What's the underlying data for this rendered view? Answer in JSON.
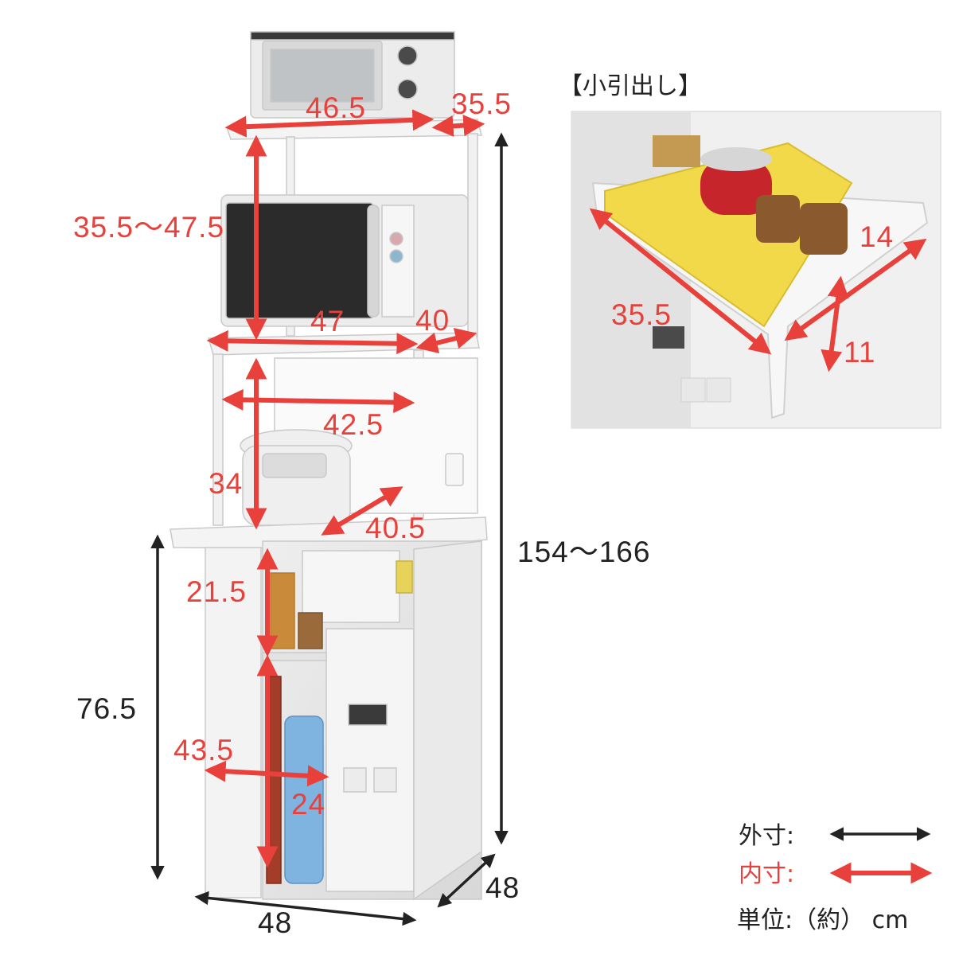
{
  "colors": {
    "inner": "#e8413c",
    "outer": "#222222",
    "furniture": "#f2f2f2",
    "outline": "#cfcfcf"
  },
  "drawer_inset": {
    "title": "【小引出し】",
    "labels": {
      "width": "35.5",
      "depth": "14",
      "height": "11"
    }
  },
  "dimensions": {
    "top_shelf_width": "46.5",
    "top_shelf_depth": "35.5",
    "top_clearance": "35.5～47.5",
    "micro_shelf_width": "47",
    "micro_shelf_depth": "40",
    "slide_inner_width": "42.5",
    "slide_clearance": "34",
    "slide_depth": "40.5",
    "total_height": "154～166",
    "drawer_clearance": "21.5",
    "base_height": "76.5",
    "cabinet_inner_width": "43.5",
    "cabinet_inner_depth": "24",
    "overall_width": "48",
    "overall_depth": "48"
  },
  "legend": {
    "outer_label": "外寸:",
    "inner_label": "内寸:",
    "unit_label": "単位:（約） cm"
  }
}
